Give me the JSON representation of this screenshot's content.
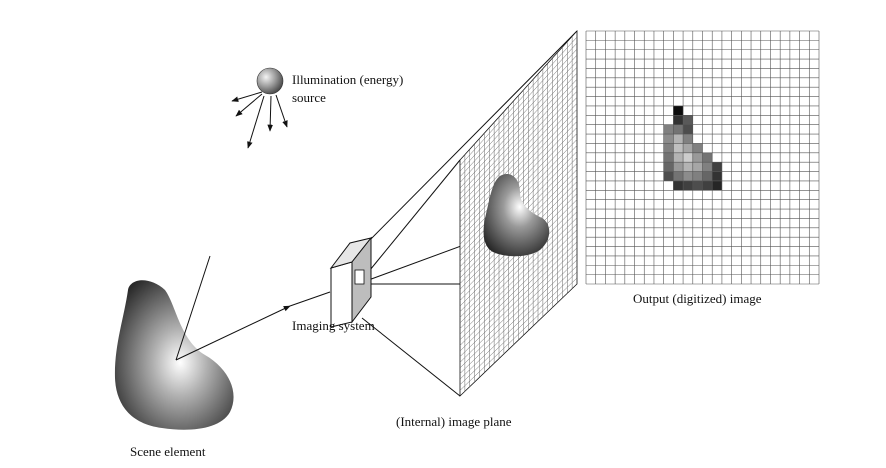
{
  "labels": {
    "illumination_line1": "Illumination (energy)",
    "illumination_line2": "source",
    "output_image": "Output (digitized) image",
    "imaging_system": "Imaging system",
    "image_plane": "(Internal) image plane",
    "scene_element": "Scene element"
  },
  "output_grid": {
    "rows": 27,
    "cols": 24,
    "pixels": [
      {
        "r": 8,
        "c": 9,
        "shade": 0.05
      },
      {
        "r": 9,
        "c": 9,
        "shade": 0.2
      },
      {
        "r": 9,
        "c": 10,
        "shade": 0.35
      },
      {
        "r": 10,
        "c": 8,
        "shade": 0.5
      },
      {
        "r": 10,
        "c": 9,
        "shade": 0.45
      },
      {
        "r": 10,
        "c": 10,
        "shade": 0.3
      },
      {
        "r": 11,
        "c": 8,
        "shade": 0.55
      },
      {
        "r": 11,
        "c": 9,
        "shade": 0.7
      },
      {
        "r": 11,
        "c": 10,
        "shade": 0.5
      },
      {
        "r": 12,
        "c": 8,
        "shade": 0.5
      },
      {
        "r": 12,
        "c": 9,
        "shade": 0.75
      },
      {
        "r": 12,
        "c": 10,
        "shade": 0.65
      },
      {
        "r": 12,
        "c": 11,
        "shade": 0.5
      },
      {
        "r": 13,
        "c": 8,
        "shade": 0.45
      },
      {
        "r": 13,
        "c": 9,
        "shade": 0.7
      },
      {
        "r": 13,
        "c": 10,
        "shade": 0.8
      },
      {
        "r": 13,
        "c": 11,
        "shade": 0.6
      },
      {
        "r": 13,
        "c": 12,
        "shade": 0.45
      },
      {
        "r": 14,
        "c": 8,
        "shade": 0.4
      },
      {
        "r": 14,
        "c": 9,
        "shade": 0.6
      },
      {
        "r": 14,
        "c": 10,
        "shade": 0.7
      },
      {
        "r": 14,
        "c": 11,
        "shade": 0.65
      },
      {
        "r": 14,
        "c": 12,
        "shade": 0.5
      },
      {
        "r": 14,
        "c": 13,
        "shade": 0.25
      },
      {
        "r": 15,
        "c": 8,
        "shade": 0.3
      },
      {
        "r": 15,
        "c": 9,
        "shade": 0.45
      },
      {
        "r": 15,
        "c": 10,
        "shade": 0.55
      },
      {
        "r": 15,
        "c": 11,
        "shade": 0.5
      },
      {
        "r": 15,
        "c": 12,
        "shade": 0.4
      },
      {
        "r": 15,
        "c": 13,
        "shade": 0.2
      },
      {
        "r": 16,
        "c": 9,
        "shade": 0.2
      },
      {
        "r": 16,
        "c": 10,
        "shade": 0.25
      },
      {
        "r": 16,
        "c": 11,
        "shade": 0.3
      },
      {
        "r": 16,
        "c": 12,
        "shade": 0.25
      },
      {
        "r": 16,
        "c": 13,
        "shade": 0.15
      }
    ]
  }
}
